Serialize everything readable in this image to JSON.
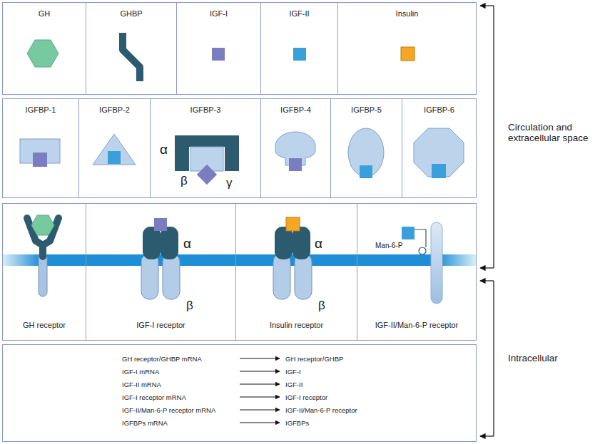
{
  "diagram": {
    "nodes": [
      {
        "text": [
          "GH"
        ]
      },
      {
        "text": [
          "GHBP"
        ]
      },
      {
        "text": [
          "IGF-I"
        ]
      },
      {
        "text": [
          "IGF-II"
        ]
      },
      {
        "text": [
          "Insulin"
        ]
      },
      {
        "text": [
          "IGFBP-1"
        ]
      },
      {
        "text": [
          "IGFBP-2"
        ]
      },
      {
        "text": [
          "IGFBP-3"
        ]
      },
      {
        "text": [
          "IGFBP-4"
        ]
      },
      {
        "text": [
          "IGFBP-5"
        ]
      },
      {
        "text": [
          "IGFBP-6"
        ]
      },
      {
        "text": [
          "GH receptor"
        ]
      },
      {
        "text": [
          "IGF-I receptor"
        ]
      },
      {
        "text": [
          "Insulin receptor"
        ]
      },
      {
        "text": [
          "IGF-II/Man-6-P receptor"
        ]
      },
      {
        "text": [
          "GH receptor/GHBP mRNA",
          "GH receptor/GHBP",
          "IGF-I mRNA",
          "IGF-I",
          "IGF-II mRNA",
          "IGF-II",
          "IGF-I receptor mRNA",
          "IGF-I receptor",
          "IGF-II/Man-6-P receptor mRNA",
          "IGF-II/Man-6-P receptor",
          "IGFBPs mRNA",
          "IGFBPs"
        ]
      }
    ],
    "labels": [
      "α",
      "β",
      "γ",
      "α",
      "β",
      "α",
      "β",
      "Man-6-P",
      "Circulation and extracellular space",
      "Intracellular"
    ]
  }
}
